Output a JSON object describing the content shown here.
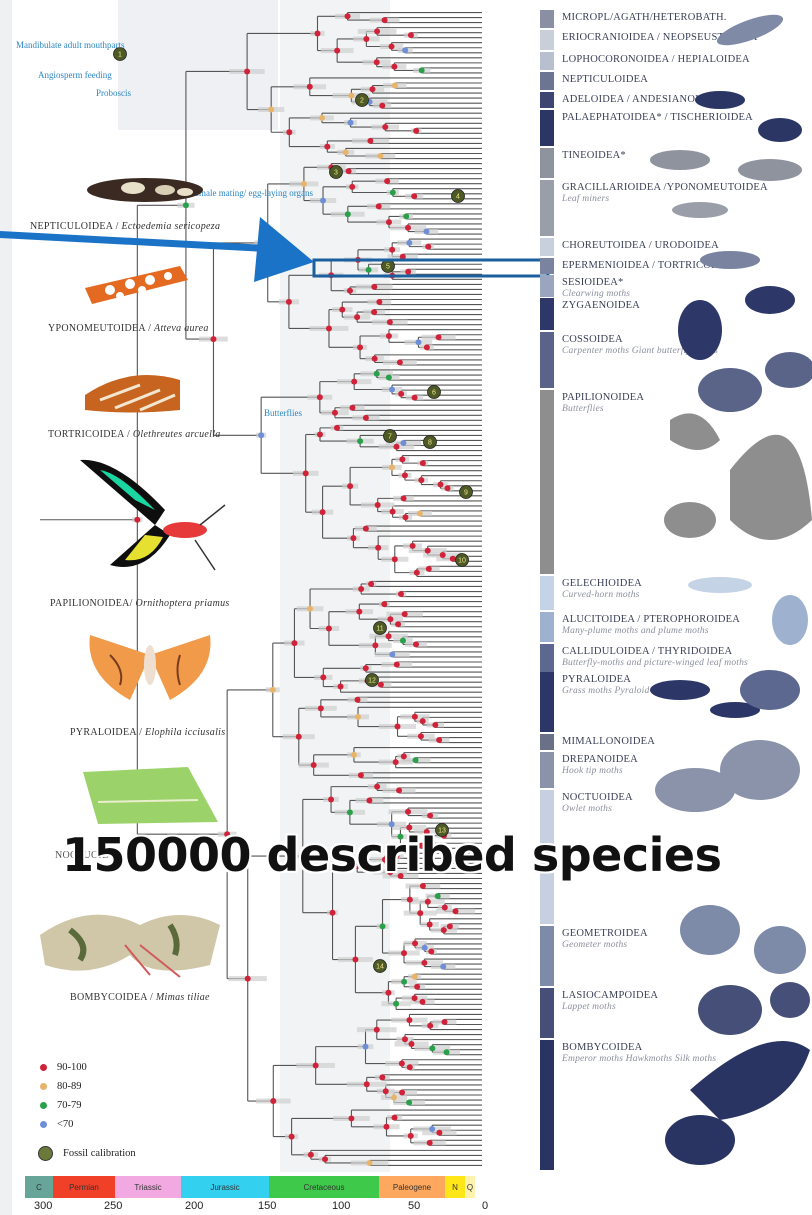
{
  "overlay_caption": "150000 described species",
  "annotations": {
    "mandibulate": "Mandibulate adult mouthparts",
    "angiosperm": "Angiosperm feeding",
    "proboscis": "Proboscis",
    "female_mating": "Female mating/ egg-laying organs",
    "butterflies": "Butterflies"
  },
  "specimens": [
    {
      "group": "NEPTICULOIDEA",
      "species": "Ectoedemia sericopeza"
    },
    {
      "group": "YPONOMEUTOIDEA",
      "species": "Atteva aurea"
    },
    {
      "group": "TORTRICOIDEA",
      "species": "Olethreutes arcuella"
    },
    {
      "group": "PAPILIONOIDEA",
      "species": "Ornithoptera priamus"
    },
    {
      "group": "PYRALOIDEA",
      "species": "Elophila icciusalis"
    },
    {
      "group": "BOMBYCOIDEA",
      "species": "Mimas tiliae"
    }
  ],
  "clades": [
    {
      "name": "MICROPL/AGATH/HETEROBATH.",
      "sub": "",
      "color": "#8a8fa3"
    },
    {
      "name": "ERIOCRANIOIDEA / NEOPSEUSTOIDEA",
      "sub": "",
      "color": "#c9ced9"
    },
    {
      "name": "LOPHOCORONOIDEA / HEPIALOIDEA",
      "sub": "",
      "color": "#b8c0d0"
    },
    {
      "name": "NEPTICULOIDEA",
      "sub": "",
      "color": "#6c7592"
    },
    {
      "name": "ADELOIDEA / ANDESIANOIDEA",
      "sub": "",
      "color": "#3c4670"
    },
    {
      "name": "PALAEPHATOIDEA* / TISCHERIOIDEA",
      "sub": "",
      "color": "#2c3665"
    },
    {
      "name": "TINEOIDEA*",
      "sub": "",
      "color": "#8f939e"
    },
    {
      "name": "GRACILLARIOIDEA /YPONOMEUTOIDEA",
      "sub": "Leaf miners",
      "color": "#9a9ea8"
    },
    {
      "name": "CHOREUTOIDEA / URODOIDEA",
      "sub": "",
      "color": "#c8d0dd"
    },
    {
      "name": "EPERMENIOIDEA / TORTRICOIDEA",
      "sub": "",
      "color": "#7a84a0"
    },
    {
      "name": "SESIOIDEA*",
      "sub": "Clearwing moths",
      "color": "#9aa6c0"
    },
    {
      "name": "ZYGAENOIDEA",
      "sub": "",
      "color": "#2e3868"
    },
    {
      "name": "COSSOIDEA",
      "sub": "Carpenter moths Giant butterfly-moths",
      "color": "#5a6488"
    },
    {
      "name": "PAPILIONOIDEA",
      "sub": "Butterflies",
      "color": "#8e8e8e"
    },
    {
      "name": "GELECHIOIDEA",
      "sub": "Curved-horn moths",
      "color": "#c5d3e6"
    },
    {
      "name": "ALUCITOIDEA / PTEROPHOROIDEA",
      "sub": "Many-plume moths and plume moths",
      "color": "#9eb2d0"
    },
    {
      "name": "CALLIDULOIDEA / THYRIDOIDEA",
      "sub": "Butterfly-moths and picture-winged leaf moths",
      "color": "#5c6890"
    },
    {
      "name": "PYRALOIDEA",
      "sub": "Grass moths Pyraloid moths",
      "color": "#2d3767"
    },
    {
      "name": "MIMALLONOIDEA",
      "sub": "",
      "color": "#6a7086"
    },
    {
      "name": "DREPANOIDEA",
      "sub": "Hook tip moths",
      "color": "#8b93aa"
    },
    {
      "name": "NOCTUOIDEA",
      "sub": "Owlet moths",
      "color": "#c7d0e0"
    },
    {
      "name": "GEOMETROIDEA",
      "sub": "Geometer moths",
      "color": "#7d8aa8"
    },
    {
      "name": "LASIOCAMPOIDEA",
      "sub": "Lappet moths",
      "color": "#454f78"
    },
    {
      "name": "BOMBYCOIDEA",
      "sub": "Emperor moths Hawkmoths Silk moths",
      "color": "#2a3463"
    }
  ],
  "legend": [
    {
      "label": "90-100",
      "color": "#d0233a"
    },
    {
      "label": "80-89",
      "color": "#e8b46a"
    },
    {
      "label": "70-79",
      "color": "#2aa04a"
    },
    {
      "label": "<70",
      "color": "#6e8fd6"
    },
    {
      "label": "Fossil calibration",
      "color": "#6b7a3a"
    }
  ],
  "fossil_calibrations": [
    "1",
    "2",
    "3",
    "4",
    "5",
    "6",
    "7",
    "8",
    "9",
    "10",
    "11",
    "12",
    "13",
    "14"
  ],
  "timescale": {
    "periods": [
      {
        "name": "C",
        "color": "#67a599"
      },
      {
        "name": "Permian",
        "color": "#f04028"
      },
      {
        "name": "Triassic",
        "color": "#f2a8e0"
      },
      {
        "name": "Jurassic",
        "color": "#34d0f0"
      },
      {
        "name": "Cretaceous",
        "color": "#3ec94a"
      },
      {
        "name": "Paleogene",
        "color": "#fda75f"
      },
      {
        "name": "N",
        "color": "#ffe619"
      },
      {
        "name": "Q",
        "color": "#fff2ae"
      }
    ],
    "ticks": [
      "300",
      "250",
      "200",
      "150",
      "100",
      "50",
      "0"
    ]
  }
}
